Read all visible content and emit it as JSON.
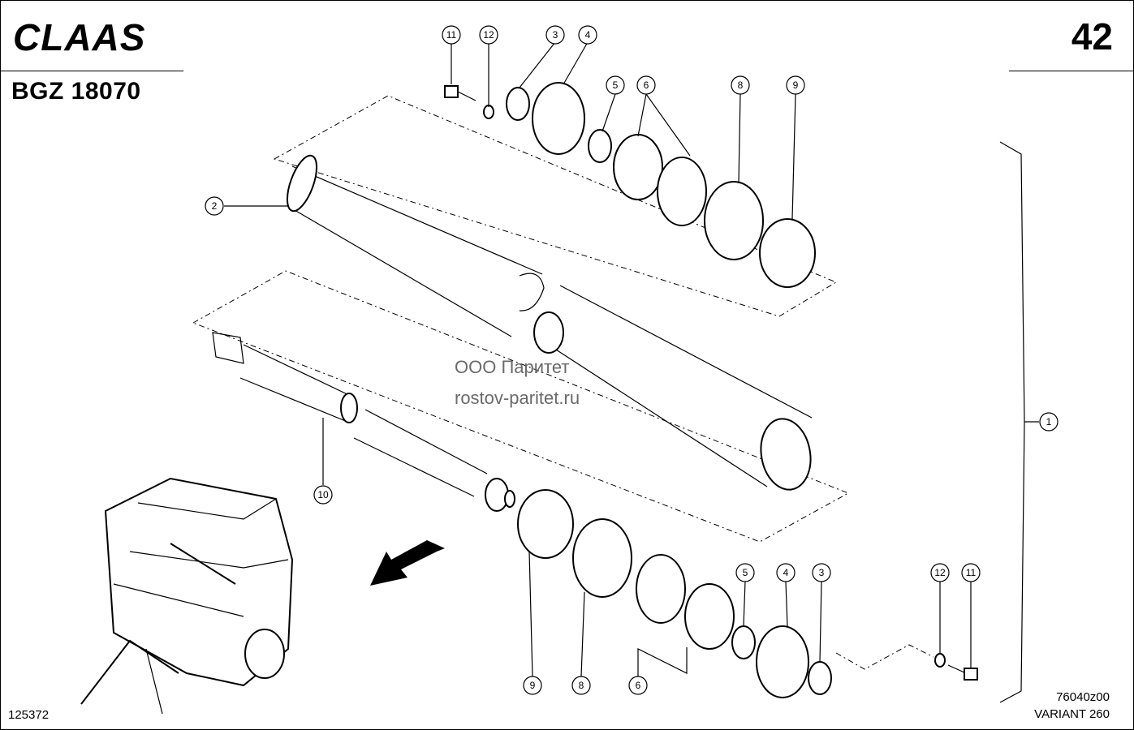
{
  "header": {
    "brand": "CLAAS",
    "assembly_code": "BGZ 18070",
    "page_number": "42"
  },
  "watermark": {
    "company": "ООО Паритет",
    "site": "rostov-paritet.ru"
  },
  "footer": {
    "figure_number": "125372",
    "drawing_ref": "76040z00",
    "model": "VARIANT 260"
  },
  "callouts": {
    "c11_top": "11",
    "c12_top": "12",
    "c3_top": "3",
    "c4_top": "4",
    "c5_top": "5",
    "c6_top": "6",
    "c8_top": "8",
    "c9_top": "9",
    "c2": "2",
    "c10": "10",
    "c1": "1",
    "c9_bot": "9",
    "c8_bot": "8",
    "c6_bot": "6",
    "c5_bot": "5",
    "c4_bot": "4",
    "c3_bot": "3",
    "c12_bot": "12",
    "c11_bot": "11"
  }
}
